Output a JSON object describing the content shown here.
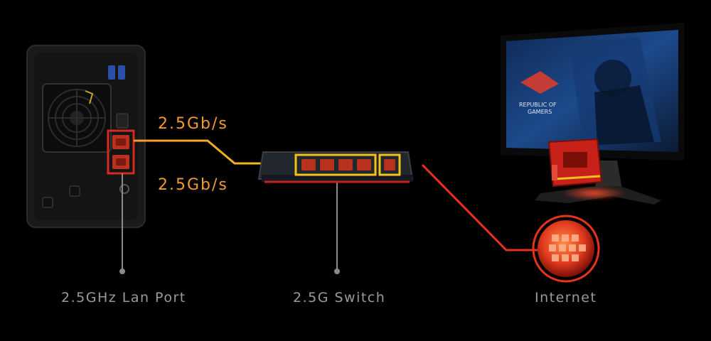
{
  "labels": {
    "nas_port": "2.5GHz Lan Port",
    "switch": "2.5G Switch",
    "internet": "Internet"
  },
  "speeds": {
    "top": "2.5Gb/s",
    "bottom": "2.5Gb/s"
  },
  "monitor": {
    "brand_line1": "REPUBLIC OF",
    "brand_line2": "GAMERS"
  },
  "colors": {
    "background": "#000000",
    "nas_link": "#f29a2e",
    "internet_link": "#e8321e",
    "highlight_red": "#d22b1f",
    "highlight_yellow": "#f2c21b",
    "label_gray": "#9b9b9b"
  }
}
